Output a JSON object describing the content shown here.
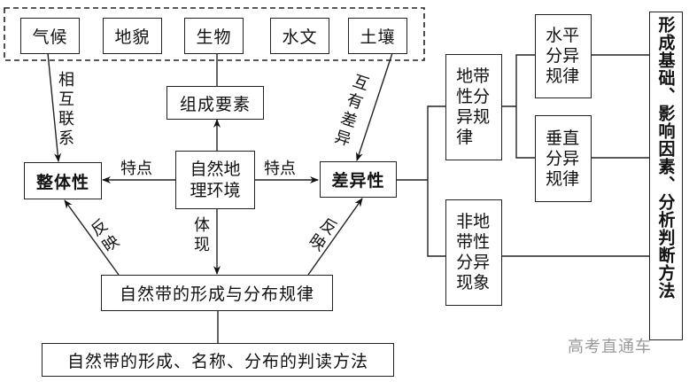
{
  "elements_group": [
    "气候",
    "地貌",
    "生物",
    "水文",
    "土壤"
  ],
  "nodes": {
    "components": "组成要素",
    "environment": "自然地理环境",
    "integrity": "整体性",
    "difference": "差异性",
    "zonal": "地带性分异规律",
    "horizontal": "水平分异规律",
    "vertical": "垂直分异规律",
    "nonzonal": "非地带性分异现象",
    "methods": "形成基础、影响因素、分析判断方法",
    "natural_zone": "自然带的形成与分布规律",
    "judgement": "自然带的形成、名称、分布的判读方法"
  },
  "edge_labels": {
    "mutual_link": "相互联系",
    "differ": "互有差异",
    "feature_left": "特点",
    "feature_right": "特点",
    "reflect_left": "反映",
    "reflect_right": "反映",
    "embody": "体现"
  },
  "watermark": "高考直通车"
}
